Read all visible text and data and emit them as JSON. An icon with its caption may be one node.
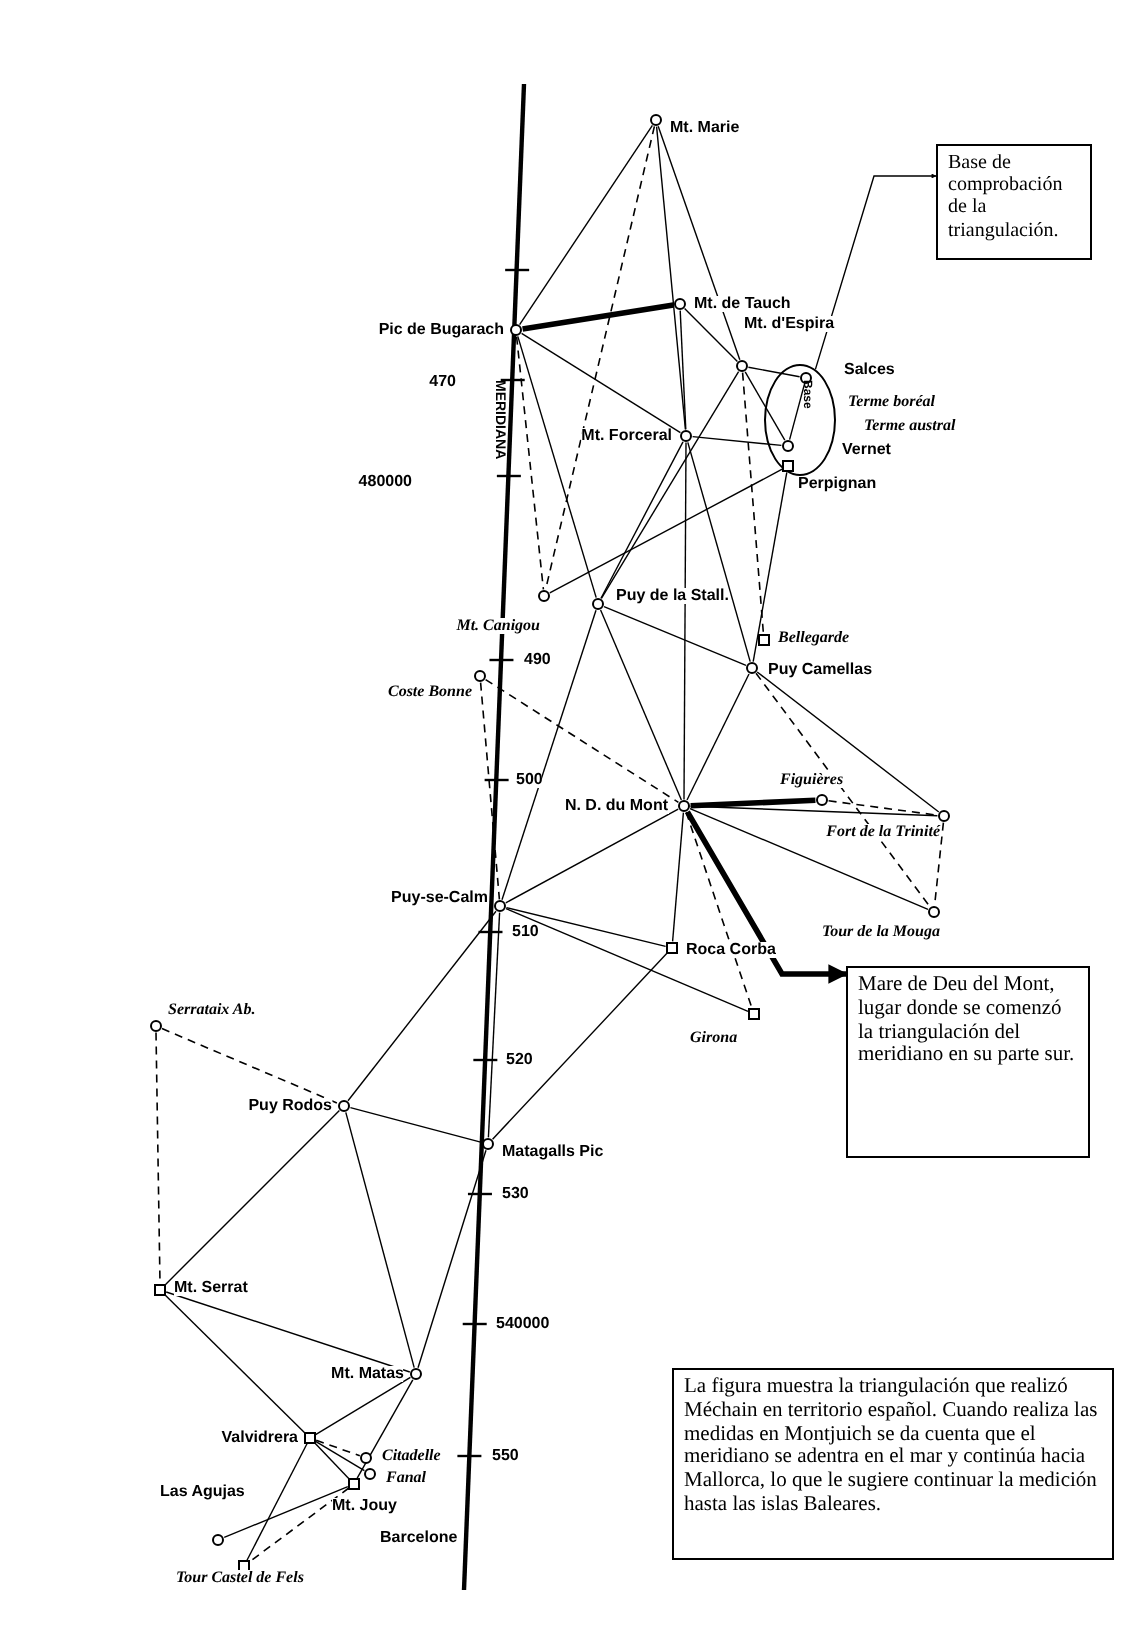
{
  "diagram": {
    "nodes": [
      {
        "text": [],
        "shape": "circle",
        "beside": [
          "Mt. Marie"
        ]
      },
      {
        "text": [],
        "shape": "circle",
        "beside": [
          "Mt. de Tauch"
        ]
      },
      {
        "text": [],
        "shape": "circle",
        "beside": [
          "Pic de Bugarach"
        ]
      },
      {
        "text": [],
        "shape": "circle",
        "beside": [
          "Mt. d'Espira"
        ]
      },
      {
        "text": [],
        "shape": "ellipse"
      },
      {
        "text": [],
        "shape": "circle",
        "beside": [
          "Salces"
        ],
        "in": 4
      },
      {
        "text": [],
        "shape": "circle",
        "beside": [
          "Mt. Forceral"
        ]
      },
      {
        "text": [],
        "shape": "circle",
        "beside": [
          "Vernet"
        ],
        "in": 4
      },
      {
        "text": [],
        "shape": "box",
        "beside": [
          "Perpignan"
        ],
        "in": 4
      },
      {
        "text": [],
        "shape": "circle",
        "beside": [
          "Mt. Canigou"
        ]
      },
      {
        "text": [],
        "shape": "circle",
        "beside": [
          "Puy de la Stall."
        ]
      },
      {
        "text": [],
        "shape": "box",
        "beside": [
          "Bellegarde"
        ]
      },
      {
        "text": [],
        "shape": "circle",
        "beside": [
          "Puy Camellas"
        ]
      },
      {
        "text": [],
        "shape": "circle",
        "beside": [
          "Coste Bonne"
        ]
      },
      {
        "text": [],
        "shape": "circle",
        "beside": [
          "N. D. du Mont"
        ]
      },
      {
        "text": [],
        "shape": "circle",
        "beside": [
          "Figuières"
        ]
      },
      {
        "text": [],
        "shape": "circle",
        "beside": [
          "Fort de la Trinité"
        ]
      },
      {
        "text": [],
        "shape": "circle",
        "beside": [
          "Puy-se-Calm"
        ]
      },
      {
        "text": [],
        "shape": "circle",
        "beside": [
          "Tour de la Mouga"
        ]
      },
      {
        "text": [],
        "shape": "box",
        "beside": [
          "Roca Corba"
        ]
      },
      {
        "text": [],
        "shape": "box",
        "beside": [
          "Girona"
        ]
      },
      {
        "text": [],
        "shape": "circle",
        "beside": [
          "Serrataix Ab."
        ]
      },
      {
        "text": [],
        "shape": "circle",
        "beside": [
          "Puy Rodos"
        ]
      },
      {
        "text": [],
        "shape": "circle",
        "beside": [
          "Matagalls Pic"
        ]
      },
      {
        "text": [],
        "shape": "box",
        "beside": [
          "Mt. Serrat"
        ]
      },
      {
        "text": [],
        "shape": "circle",
        "beside": [
          "Mt. Matas"
        ]
      },
      {
        "text": [],
        "shape": "box",
        "beside": [
          "Valvidrera"
        ]
      },
      {
        "text": [],
        "shape": "circle",
        "beside": [
          "Citadelle"
        ]
      },
      {
        "text": [],
        "shape": "circle",
        "beside": [
          "Fanal"
        ]
      },
      {
        "text": [],
        "shape": "box",
        "beside": [
          "Mt. Jouy"
        ]
      },
      {
        "text": [],
        "shape": "circle",
        "beside": [
          "Las Agujas"
        ]
      },
      {
        "text": [],
        "shape": "box",
        "beside": [
          "Tour Castel de Fels"
        ]
      },
      {
        "text": [
          "Base de comprobación de la triangulación."
        ]
      },
      {
        "text": [
          "Mare de Deu del Mont, lugar donde se comenzó la triangulación del meridiano en su parte sur."
        ]
      },
      {
        "text": [
          "La figura muestra la triangulación que realizó Méchain en territorio español. Cuando realiza las medidas en Montjuich se da cuenta que el meridiano se adentra en el mar y continúa hacia Mallorca, lo que le sugiere continuar la medición hasta las islas Baleares."
        ]
      }
    ],
    "edges": [
      {
        "from": 0,
        "to": 2,
        "arrow": "none"
      },
      {
        "from": 0,
        "to": 6,
        "arrow": "none"
      },
      {
        "from": 0,
        "to": 3,
        "arrow": "none"
      },
      {
        "from": 0,
        "to": 9,
        "arrow": "none",
        "style": "dashed"
      },
      {
        "from": 2,
        "to": 1,
        "arrow": "none",
        "style": "thick"
      },
      {
        "from": 2,
        "to": 6,
        "arrow": "none"
      },
      {
        "from": 2,
        "to": 9,
        "arrow": "none",
        "style": "dashed"
      },
      {
        "from": 2,
        "to": 10,
        "arrow": "none"
      },
      {
        "from": 1,
        "to": 6,
        "arrow": "none"
      },
      {
        "from": 1,
        "to": 3,
        "arrow": "none"
      },
      {
        "from": 3,
        "to": 5,
        "arrow": "none"
      },
      {
        "from": 3,
        "to": 7,
        "arrow": "none"
      },
      {
        "from": 3,
        "to": 10,
        "arrow": "none"
      },
      {
        "from": 3,
        "to": 11,
        "arrow": "none",
        "style": "dashed"
      },
      {
        "from": 6,
        "to": 7,
        "arrow": "none"
      },
      {
        "from": 6,
        "to": 12,
        "arrow": "none"
      },
      {
        "from": 6,
        "to": 14,
        "arrow": "none"
      },
      {
        "from": 6,
        "to": 10,
        "arrow": "none"
      },
      {
        "from": 8,
        "to": 9,
        "arrow": "none"
      },
      {
        "from": 8,
        "to": 12,
        "arrow": "none"
      },
      {
        "from": 5,
        "to": 7,
        "arrow": "none"
      },
      {
        "from": 10,
        "to": 12,
        "arrow": "none"
      },
      {
        "from": 10,
        "to": 14,
        "arrow": "none"
      },
      {
        "from": 10,
        "to": 17,
        "arrow": "none"
      },
      {
        "from": 13,
        "to": 14,
        "arrow": "none",
        "style": "dashed"
      },
      {
        "from": 13,
        "to": 17,
        "arrow": "none",
        "style": "dashed"
      },
      {
        "from": 12,
        "to": 14,
        "arrow": "none"
      },
      {
        "from": 12,
        "to": 16,
        "arrow": "none"
      },
      {
        "from": 12,
        "to": 18,
        "arrow": "none",
        "style": "dashed"
      },
      {
        "from": 14,
        "to": 15,
        "arrow": "none",
        "style": "thick"
      },
      {
        "from": 14,
        "to": 16,
        "arrow": "none"
      },
      {
        "from": 14,
        "to": 18,
        "arrow": "none"
      },
      {
        "from": 14,
        "to": 19,
        "arrow": "none"
      },
      {
        "from": 14,
        "to": 20,
        "arrow": "none",
        "style": "dashed"
      },
      {
        "from": 14,
        "to": 17,
        "arrow": "none"
      },
      {
        "from": 15,
        "to": 16,
        "arrow": "none",
        "style": "dashed"
      },
      {
        "from": 16,
        "to": 18,
        "arrow": "none",
        "style": "dashed"
      },
      {
        "from": 17,
        "to": 19,
        "arrow": "none"
      },
      {
        "from": 17,
        "to": 20,
        "arrow": "none"
      },
      {
        "from": 17,
        "to": 22,
        "arrow": "none"
      },
      {
        "from": 17,
        "to": 23,
        "arrow": "none"
      },
      {
        "from": 19,
        "to": 23,
        "arrow": "none"
      },
      {
        "from": 21,
        "to": 22,
        "arrow": "none",
        "style": "dashed"
      },
      {
        "from": 21,
        "to": 24,
        "arrow": "none",
        "style": "dashed"
      },
      {
        "from": 22,
        "to": 23,
        "arrow": "none"
      },
      {
        "from": 22,
        "to": 24,
        "arrow": "none"
      },
      {
        "from": 22,
        "to": 25,
        "arrow": "none"
      },
      {
        "from": 23,
        "to": 25,
        "arrow": "none"
      },
      {
        "from": 24,
        "to": 25,
        "arrow": "none"
      },
      {
        "from": 24,
        "to": 26,
        "arrow": "none"
      },
      {
        "from": 25,
        "to": 26,
        "arrow": "none"
      },
      {
        "from": 25,
        "to": 29,
        "arrow": "none"
      },
      {
        "from": 26,
        "to": 27,
        "arrow": "none",
        "style": "dashed"
      },
      {
        "from": 26,
        "to": 28,
        "arrow": "none"
      },
      {
        "from": 26,
        "to": 29,
        "arrow": "none"
      },
      {
        "from": 26,
        "to": 31,
        "arrow": "none"
      },
      {
        "from": 29,
        "to": 30,
        "arrow": "none"
      },
      {
        "from": 29,
        "to": 31,
        "arrow": "none",
        "style": "dashed"
      },
      {
        "from": 4,
        "to": 32,
        "arrow": "to"
      },
      {
        "from": 14,
        "to": 33,
        "arrow": "to",
        "style": "thick"
      }
    ],
    "labels": [
      "Terme boréal",
      "Terme austral",
      "Base",
      "470",
      "MERIDIANA",
      "480000",
      "490",
      "500",
      "510",
      "520",
      "530",
      "540000",
      "550",
      "Barcelone"
    ]
  }
}
